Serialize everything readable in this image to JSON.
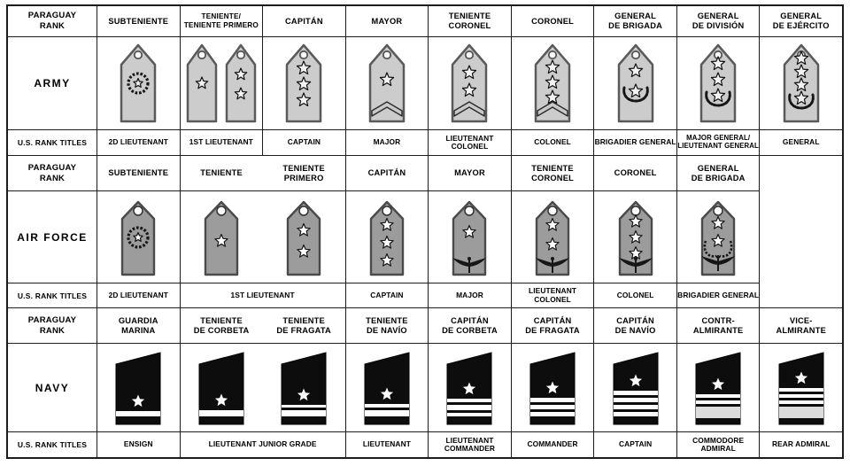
{
  "table": {
    "row_label_rank": "PARAGUAY\nRANK",
    "row_label_us": "U.S. RANK TITLES"
  },
  "colors": {
    "army_board": "#cccccc",
    "army_edge": "#5a5a5a",
    "af_board": "#9c9c9c",
    "af_edge": "#4a4a4a",
    "navy_board": "#0d0d0d",
    "stripe": "#ffffff",
    "broad_stripe": "#dcdcdc"
  },
  "army": {
    "branch": "ARMY",
    "ranks": [
      "SUBTENIENTE",
      "TENIENTE/\nTENIENTE PRIMERO",
      "CAPITÁN",
      "MAYOR",
      "TENIENTE\nCORONEL",
      "CORONEL",
      "GENERAL\nDE BRIGADA",
      "GENERAL\nDE DIVISIÓN",
      "GENERAL\nDE EJÉRCITO"
    ],
    "us_titles": [
      "2D LIEUTENANT",
      "1ST LIEUTENANT",
      "CAPTAIN",
      "MAJOR",
      "LIEUTENANT COLONEL",
      "COLONEL",
      "BRIGADIER GENERAL",
      "MAJOR GENERAL/\nLIEUTENANT GENERAL",
      "GENERAL"
    ],
    "insignia": [
      {
        "branch": "army",
        "stars": 0,
        "device": "circle-wreath"
      },
      {
        "branch": "army",
        "stars": 1,
        "device": "none",
        "narrow": true
      },
      {
        "branch": "army",
        "stars": 2,
        "device": "none",
        "narrow": true
      },
      {
        "branch": "army",
        "stars": 3,
        "device": "none"
      },
      {
        "branch": "army",
        "stars": 1,
        "device": "chevron"
      },
      {
        "branch": "army",
        "stars": 2,
        "device": "chevron"
      },
      {
        "branch": "army",
        "stars": 3,
        "device": "chevron"
      },
      {
        "branch": "army",
        "stars": 2,
        "device": "wreath"
      },
      {
        "branch": "army",
        "stars": 3,
        "device": "wreath"
      },
      {
        "branch": "army",
        "stars": 4,
        "device": "wreath"
      }
    ]
  },
  "air_force": {
    "branch": "AIR FORCE",
    "ranks": [
      "SUBTENIENTE",
      "TENIENTE",
      "TENIENTE\nPRIMERO",
      "CAPITÁN",
      "MAYOR",
      "TENIENTE\nCORONEL",
      "CORONEL",
      "GENERAL\nDE BRIGADA"
    ],
    "us_titles": [
      "2D LIEUTENANT",
      "1ST LIEUTENANT",
      "CAPTAIN",
      "MAJOR",
      "LIEUTENANT COLONEL",
      "COLONEL",
      "BRIGADIER GENERAL"
    ],
    "insignia": [
      {
        "branch": "af",
        "stars": 0,
        "device": "circle-wreath"
      },
      {
        "branch": "af",
        "stars": 1,
        "device": "none"
      },
      {
        "branch": "af",
        "stars": 2,
        "device": "none"
      },
      {
        "branch": "af",
        "stars": 3,
        "device": "none"
      },
      {
        "branch": "af",
        "stars": 1,
        "device": "wings"
      },
      {
        "branch": "af",
        "stars": 2,
        "device": "wings"
      },
      {
        "branch": "af",
        "stars": 3,
        "device": "wings"
      },
      {
        "branch": "af",
        "stars": 2,
        "device": "wings-wreath"
      }
    ]
  },
  "navy": {
    "branch": "NAVY",
    "ranks": [
      "GUARDIA\nMARINA",
      "TENIENTE\nDE CORBETA",
      "TENIENTE\nDE FRAGATA",
      "TENIENTE\nDE NAVÍO",
      "CAPITÁN\nDE CORBETA",
      "CAPITÁN\nDE FRAGATA",
      "CAPITÁN\nDE NAVÍO",
      "CONTR-\nALMIRANTE",
      "VICE-\nALMIRANTE"
    ],
    "us_titles": [
      "ENSIGN",
      "LIEUTENANT JUNIOR GRADE",
      "LIEUTENANT",
      "LIEUTENANT\nCOMMANDER",
      "COMMANDER",
      "CAPTAIN",
      "COMMODORE\nADMIRAL",
      "REAR ADMIRAL"
    ],
    "insignia": [
      {
        "branch": "navy",
        "stars": 1,
        "stripes": [
          6
        ]
      },
      {
        "branch": "navy",
        "stars": 1,
        "stripes": [
          7
        ]
      },
      {
        "branch": "navy",
        "stars": 1,
        "stripes": [
          3,
          7
        ]
      },
      {
        "branch": "navy",
        "stars": 1,
        "stripes": [
          4,
          7
        ]
      },
      {
        "branch": "navy",
        "stars": 1,
        "stripes": [
          4,
          6,
          4
        ]
      },
      {
        "branch": "navy",
        "stars": 1,
        "stripes": [
          5,
          5,
          5
        ]
      },
      {
        "branch": "navy",
        "stars": 1,
        "stripes": [
          5,
          5,
          5,
          5
        ]
      },
      {
        "branch": "navy",
        "stars": 1,
        "stripes": [
          4,
          4
        ],
        "broad": true
      },
      {
        "branch": "navy",
        "stars": 1,
        "stripes": [
          4,
          4,
          4
        ],
        "broad": true
      }
    ]
  }
}
